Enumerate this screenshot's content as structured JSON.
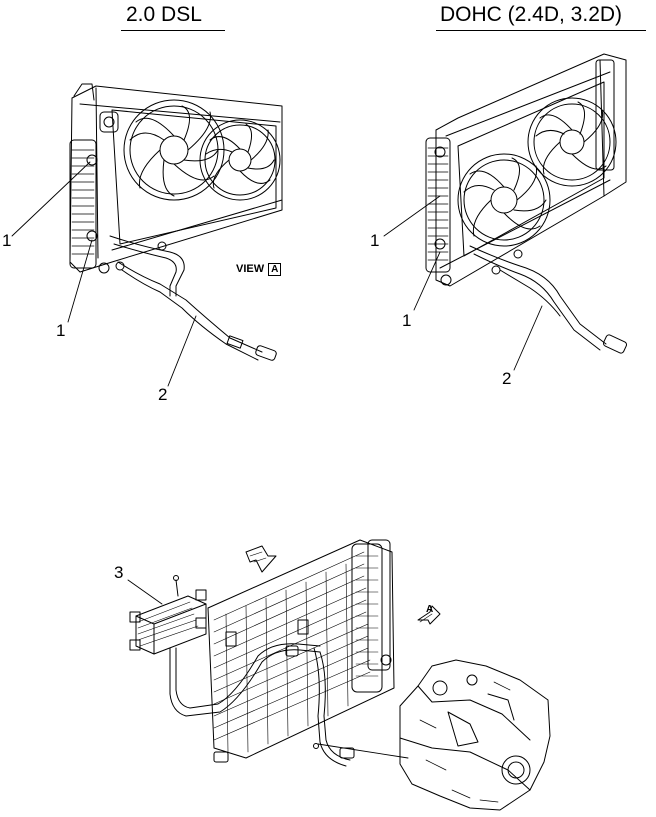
{
  "headers": {
    "left": "2.0 DSL",
    "right": "DOHC (2.4D, 3.2D)"
  },
  "view_label": {
    "text": "VIEW",
    "letter": "A"
  },
  "view_arrow_letter": "A",
  "callouts": {
    "left_upper": "1",
    "left_lower": "1",
    "left_hose": "2",
    "right_upper": "1",
    "right_lower": "1",
    "right_hose": "2",
    "bottom_cooler": "3"
  }
}
